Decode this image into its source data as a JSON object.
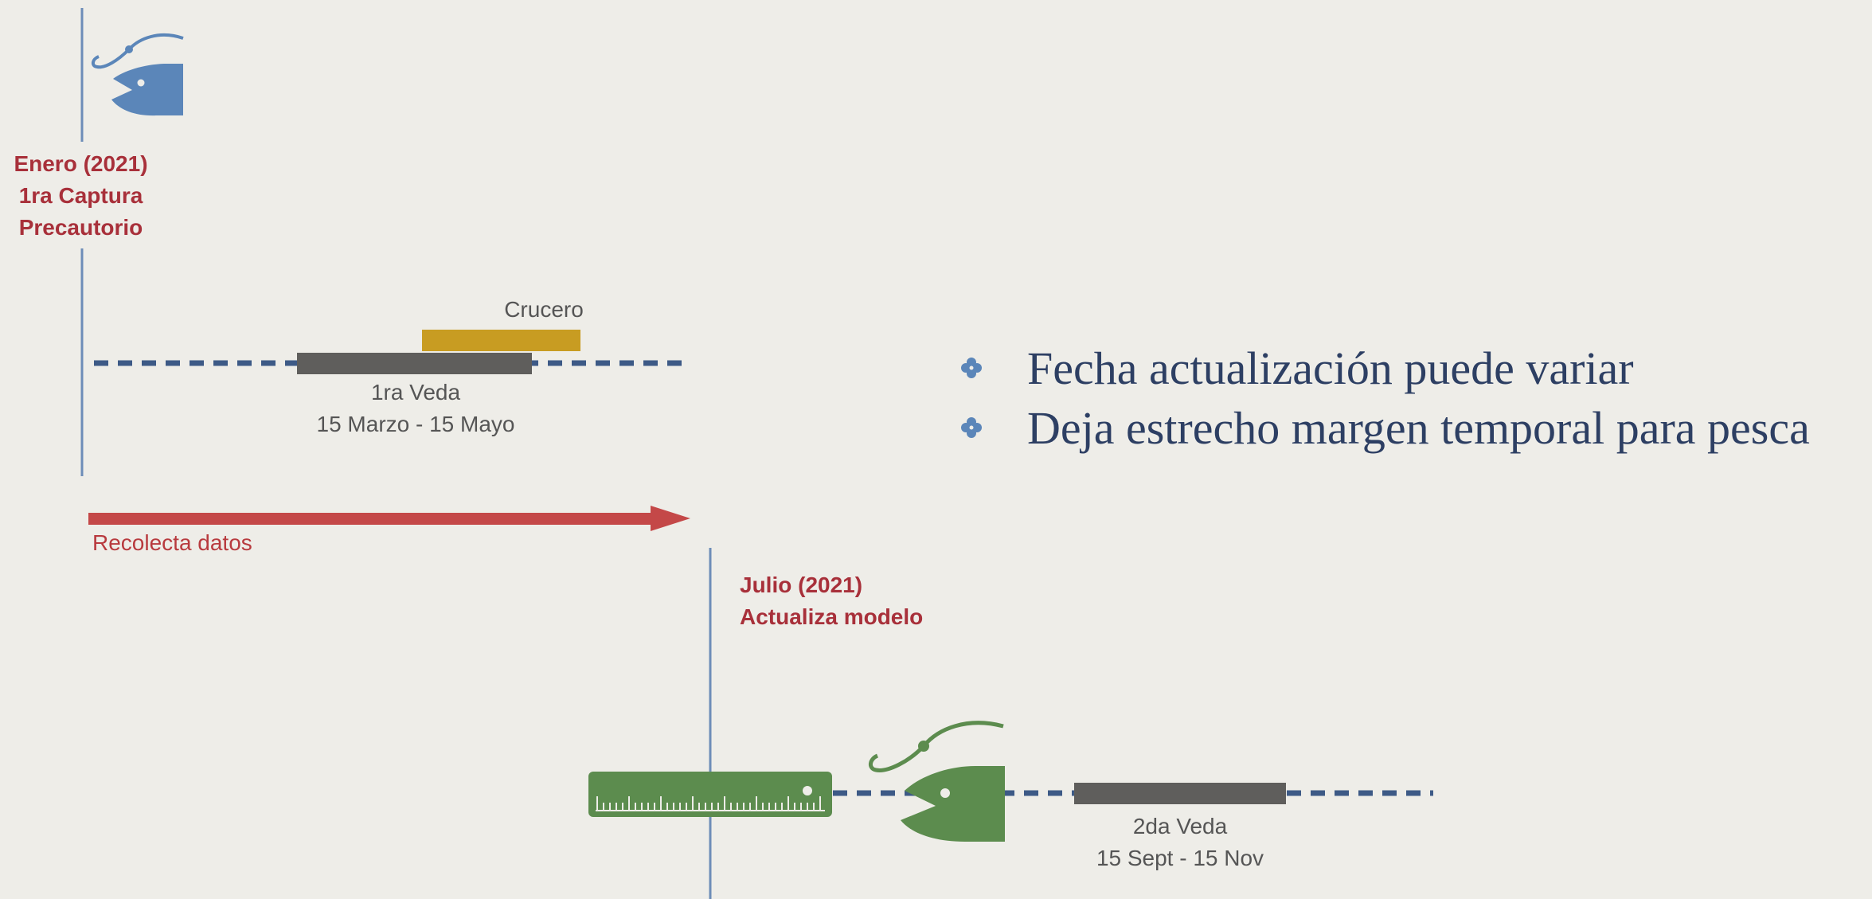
{
  "timeline_top": {
    "start_label": {
      "line1": "Enero (2021)",
      "line2": "1ra Captura",
      "line3": "Precautorio"
    },
    "cruise_label": "Crucero",
    "veda1": {
      "title": "1ra Veda",
      "dates": "15 Marzo - 15 Mayo"
    },
    "collect_label": "Recolecta datos"
  },
  "timeline_bottom": {
    "update_label": {
      "line1": "Julio (2021)",
      "line2": "Actualiza modelo"
    },
    "veda2": {
      "title": "2da Veda",
      "dates": "15 Sept - 15 Nov"
    }
  },
  "bullets": [
    {
      "icon": "quatrefoil-bullet-icon",
      "text": "Fecha actualización puede variar"
    },
    {
      "icon": "quatrefoil-bullet-icon",
      "text": "Deja estrecho margen temporal para pesca"
    }
  ],
  "colors": {
    "background": "#eeede8",
    "timeline_blue": "#3d5a86",
    "veda_gray": "#5f5e5c",
    "cruise_gold": "#c89c22",
    "collect_red": "#c44848",
    "label_red": "#a8303a",
    "fish_blue": "#5b86b9",
    "fish_green": "#5c8c4e",
    "bullet_text": "#2d3f63"
  }
}
